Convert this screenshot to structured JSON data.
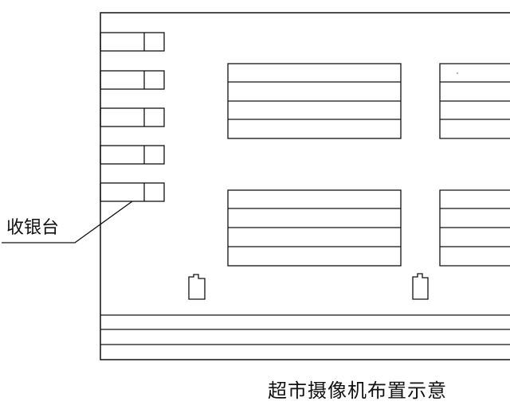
{
  "labels": {
    "checkout": "收银台"
  },
  "caption": "超市摄像机布置示意",
  "layout": {
    "checkout_count": 5,
    "shelf_rows_per_unit": 4,
    "camera_count": 2,
    "bottom_lines": 4
  }
}
